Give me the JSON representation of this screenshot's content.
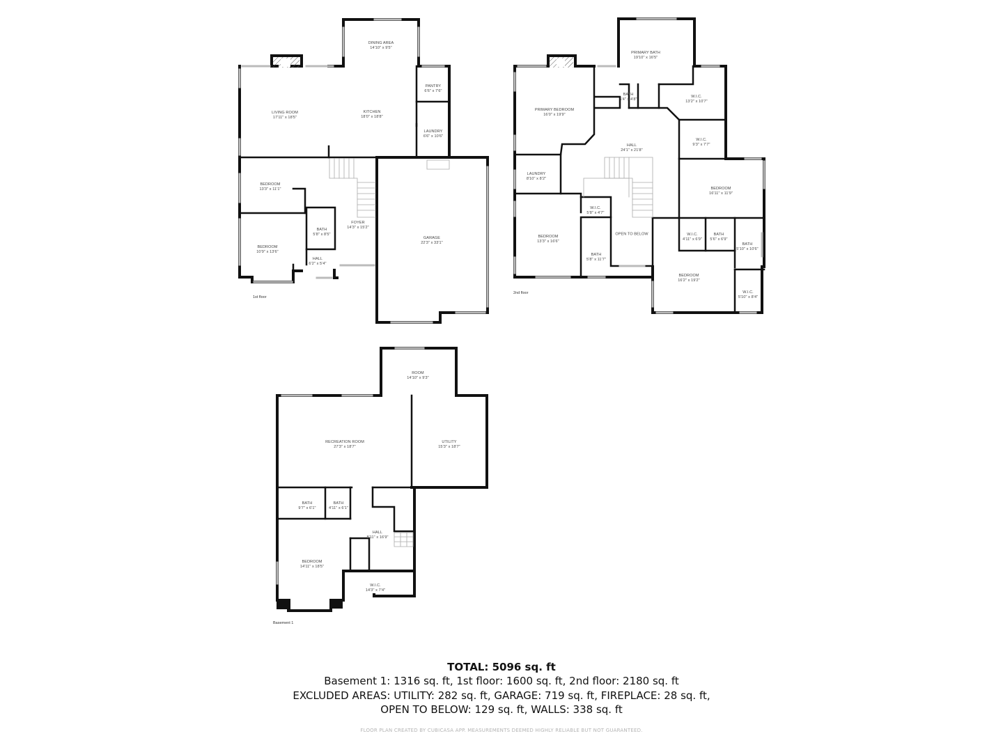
{
  "floors": {
    "first": {
      "label": "1st floor",
      "rooms": [
        {
          "name": "Dining Area",
          "dims": "14'10\" x 9'5\""
        },
        {
          "name": "Pantry",
          "dims": "6'6\" x 7'6\""
        },
        {
          "name": "Living Room",
          "dims": "17'11\" x 18'5\""
        },
        {
          "name": "Kitchen",
          "dims": "18'0\" x 18'8\""
        },
        {
          "name": "Laundry",
          "dims": "6'6\" x 10'6\""
        },
        {
          "name": "Bedroom",
          "dims": "13'3\" x 11'1\""
        },
        {
          "name": "Bath",
          "dims": "5'8\" x 8'5\""
        },
        {
          "name": "Foyer",
          "dims": "14'3\" x 15'2\""
        },
        {
          "name": "Garage",
          "dims": "22'3\" x 33'1\""
        },
        {
          "name": "Bedroom",
          "dims": "10'9\" x 13'6\""
        },
        {
          "name": "Hall",
          "dims": "6'2\" x 5'4\""
        }
      ]
    },
    "second": {
      "label": "2nd floor",
      "rooms": [
        {
          "name": "Primary Bath",
          "dims": "19'10\" x 16'5\""
        },
        {
          "name": "Bath",
          "dims": "5'4\" x 4'8\""
        },
        {
          "name": "W.I.C.",
          "dims": "13'2\" x 10'7\""
        },
        {
          "name": "Primary Bedroom",
          "dims": "16'0\" x 19'9\""
        },
        {
          "name": "Hall",
          "dims": "24'1\" x 21'8\""
        },
        {
          "name": "W.I.C.",
          "dims": "9'3\" x 7'7\""
        },
        {
          "name": "Laundry",
          "dims": "8'10\" x 8'2\""
        },
        {
          "name": "Bedroom",
          "dims": "16'11\" x 11'9\""
        },
        {
          "name": "W.I.C.",
          "dims": "5'8\" x 4'7\""
        },
        {
          "name": "Bedroom",
          "dims": "13'3\" x 16'6\""
        },
        {
          "name": "Open to Below",
          "dims": ""
        },
        {
          "name": "W.I.C.",
          "dims": "4'11\" x 6'9\""
        },
        {
          "name": "Bath",
          "dims": "5'6\" x 6'9\""
        },
        {
          "name": "Bath",
          "dims": "5'10\" x 10'6\""
        },
        {
          "name": "Bath",
          "dims": "5'8\" x 11'7\""
        },
        {
          "name": "Bedroom",
          "dims": "16'2\" x 19'2\""
        },
        {
          "name": "W.I.C.",
          "dims": "5'10\" x 8'4\""
        }
      ]
    },
    "basement": {
      "label": "Basement 1",
      "rooms": [
        {
          "name": "Room",
          "dims": "14'10\" x 9'3\""
        },
        {
          "name": "Recreation Room",
          "dims": "27'3\" x 18'7\""
        },
        {
          "name": "Utility",
          "dims": "15'3\" x 18'7\""
        },
        {
          "name": "Bath",
          "dims": "9'7\" x 6'1\""
        },
        {
          "name": "Bath",
          "dims": "4'11\" x 6'1\""
        },
        {
          "name": "Hall",
          "dims": "8'11\" x 16'9\""
        },
        {
          "name": "Bedroom",
          "dims": "14'11\" x 18'5\""
        },
        {
          "name": "W.I.C.",
          "dims": "14'3\" x 7'4\""
        }
      ]
    }
  },
  "summary": {
    "total": "TOTAL: 5096 sq. ft",
    "floor_areas": "Basement 1: 1316 sq. ft, 1st floor: 1600 sq. ft, 2nd floor: 2180 sq. ft",
    "excluded_line1": "EXCLUDED AREAS: UTILITY: 282 sq. ft, GARAGE: 719 sq. ft, FIREPLACE: 28 sq. ft,",
    "excluded_line2": "OPEN TO BELOW: 129 sq. ft, WALLS: 338 sq. ft"
  },
  "credit": "FLOOR PLAN CREATED BY CUBICASA APP. MEASUREMENTS DEEMED HIGHLY RELIABLE BUT NOT GUARANTEED."
}
